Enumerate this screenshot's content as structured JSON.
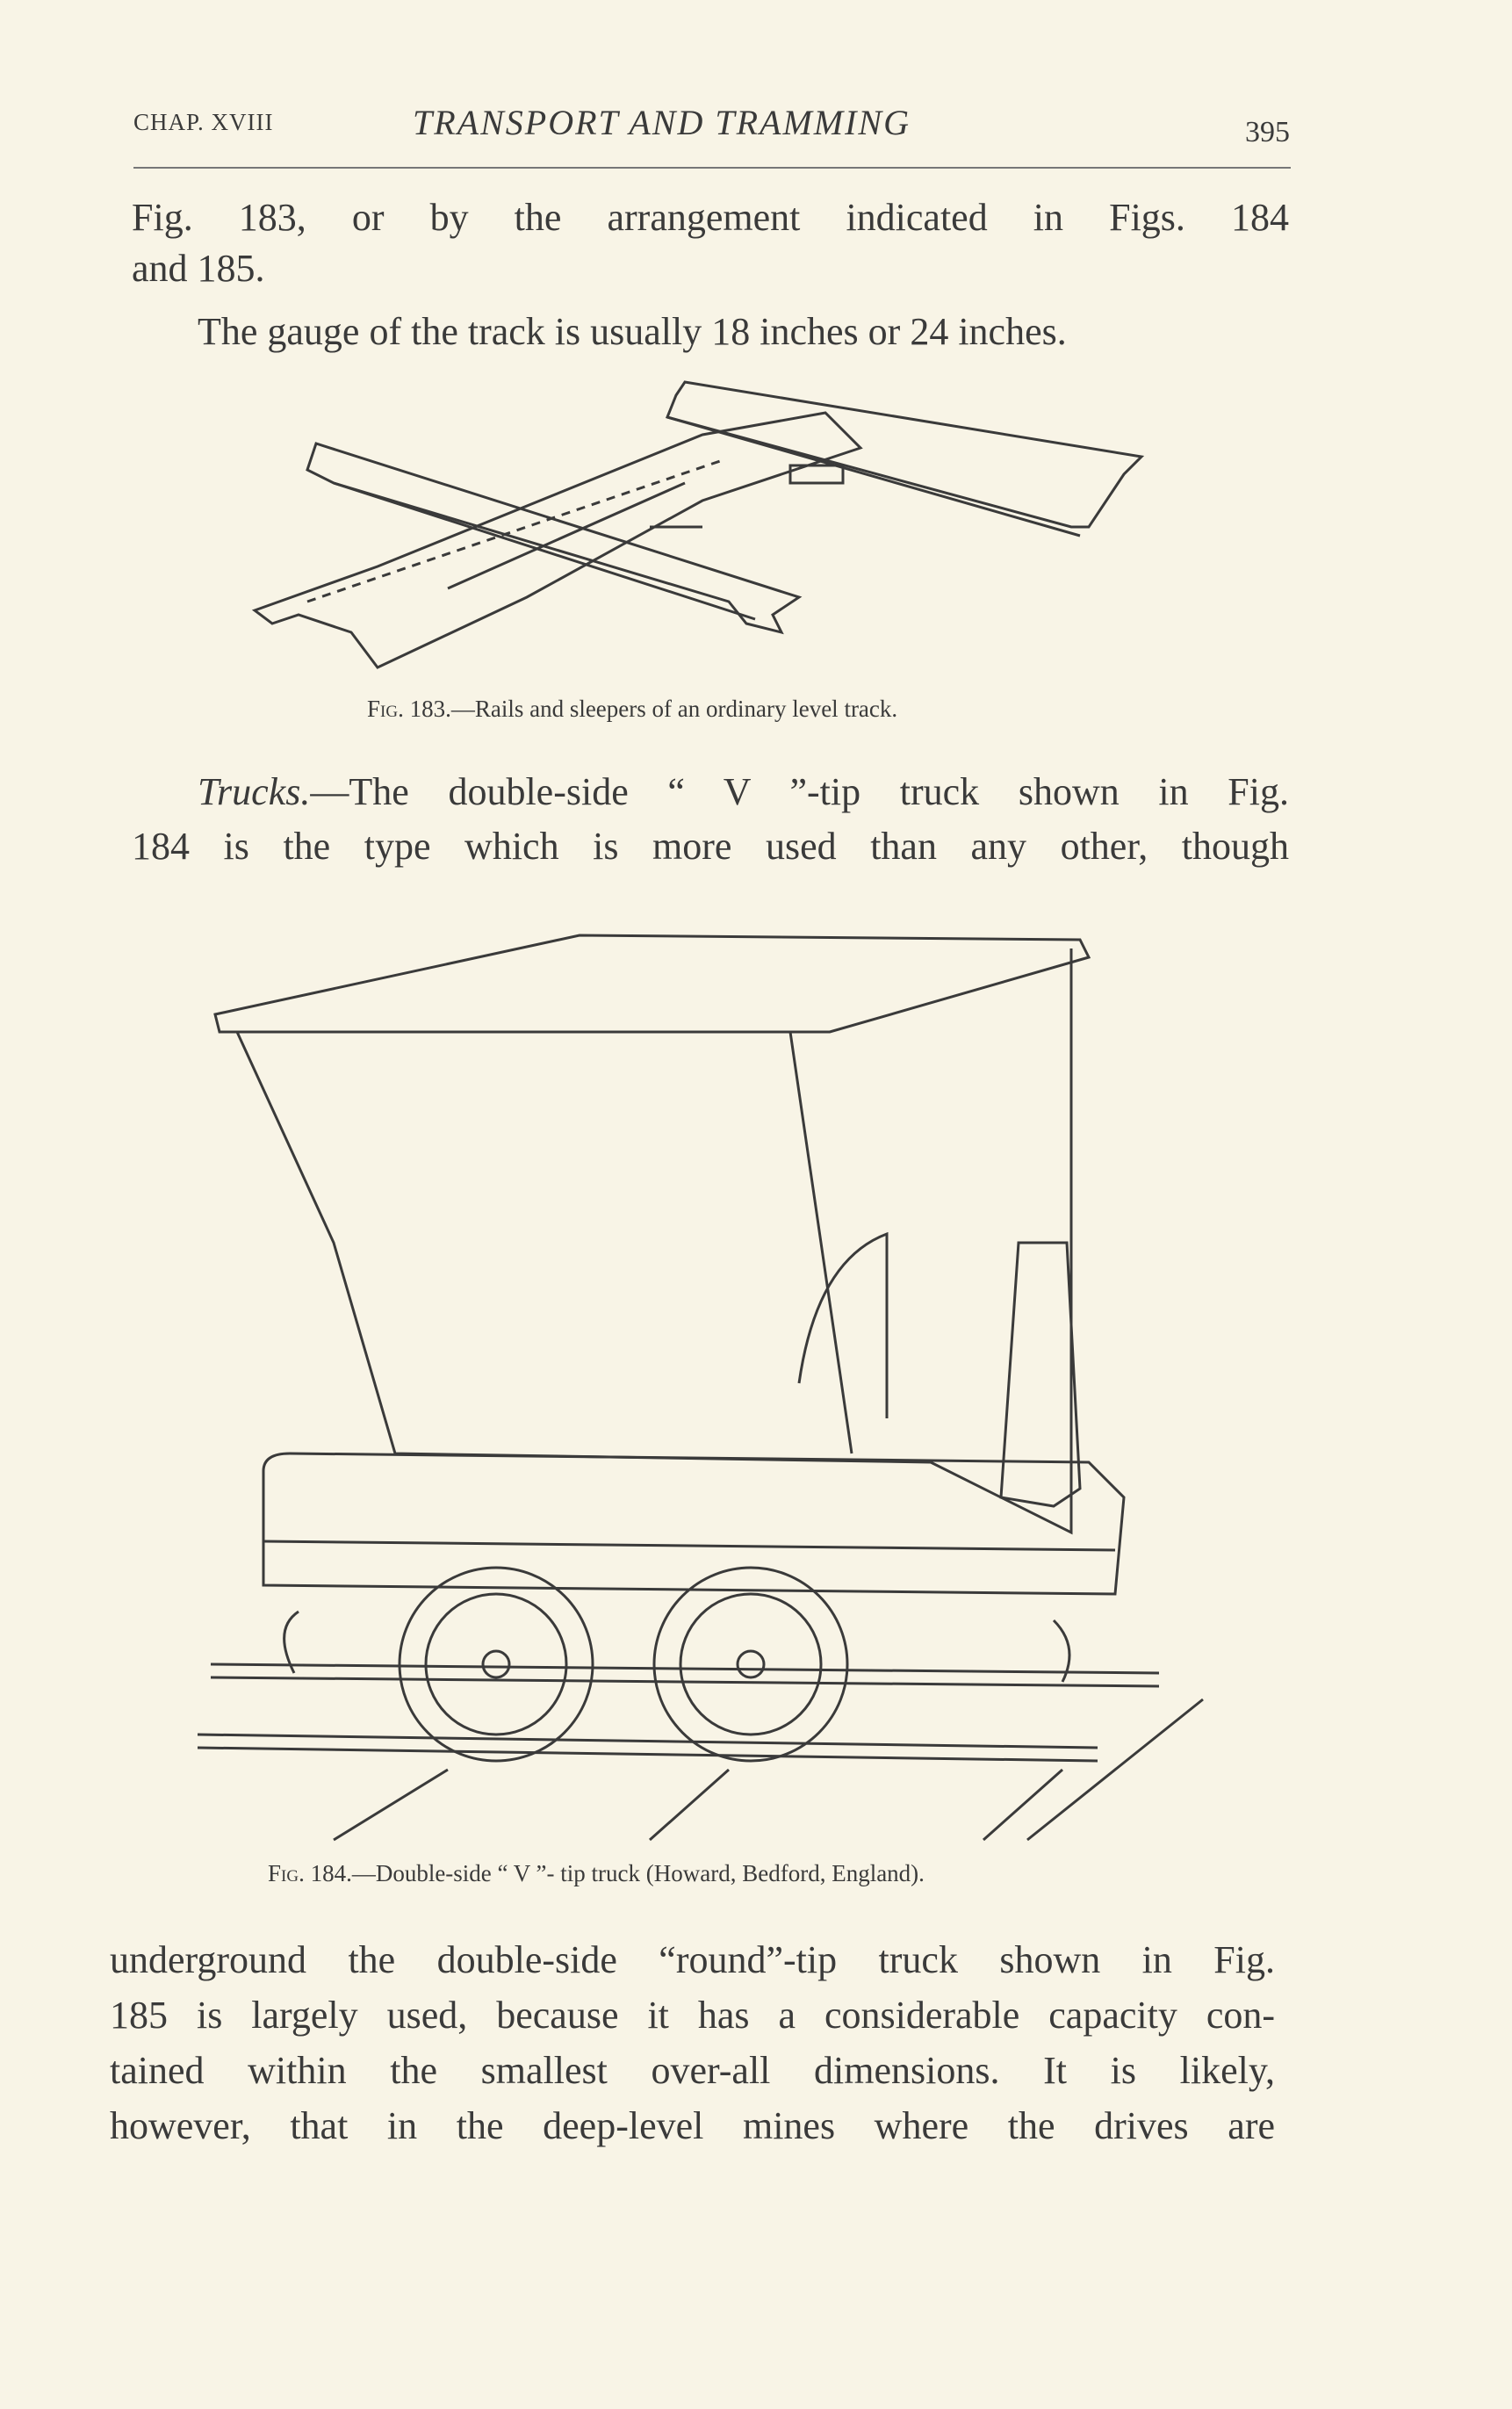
{
  "header": {
    "chapter": "CHAP. XVIII",
    "title": "TRANSPORT AND TRAMMING",
    "page_number": "395"
  },
  "paragraph1": {
    "lines": [
      "Fig. 183, or by the arrangement indicated in Figs. 184",
      "and 185."
    ]
  },
  "paragraph2": {
    "text": "The gauge of the track is usually 18 inches or 24 inches."
  },
  "figure183": {
    "label": "Fig. 183.",
    "caption": "—Rails and sleepers of an ordinary level track."
  },
  "paragraph3": {
    "heading": "Trucks.",
    "lines": [
      "—The double-side “ V ”-tip truck shown in Fig.",
      "184 is the type which is more used than any other, though"
    ]
  },
  "figure184": {
    "label": "Fig. 184.",
    "caption": "—Double-side “ V ”- tip truck (Howard, Bedford, England)."
  },
  "paragraph4": {
    "lines": [
      "underground the double-side “round”-tip truck shown in Fig.",
      "185 is largely used, because it has a considerable capacity con-",
      "tained within the smallest over-all dimensions.  It is likely,",
      "however, that in the deep-level mines where the drives are"
    ]
  }
}
